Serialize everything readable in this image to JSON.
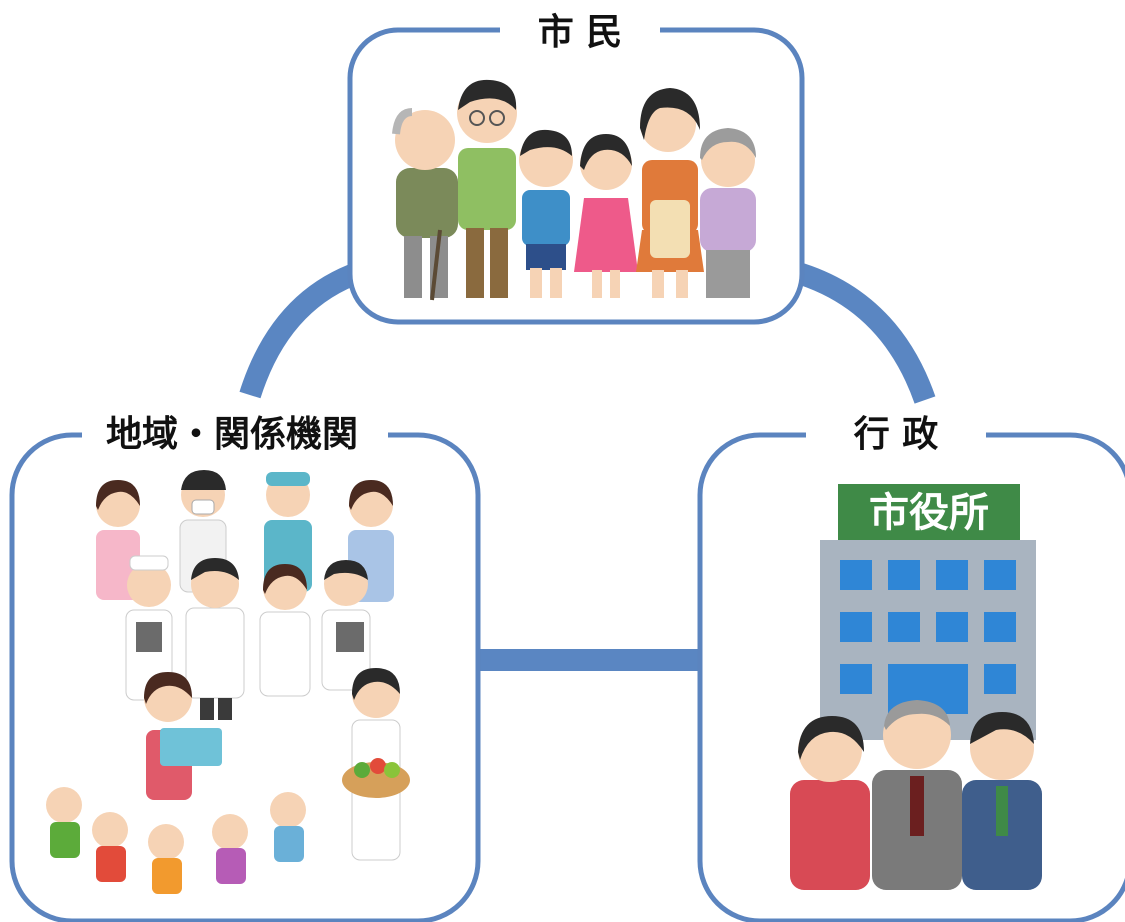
{
  "nodes": {
    "citizens": {
      "label": "市 民"
    },
    "agencies": {
      "label": "地域・関係機関"
    },
    "government": {
      "label": "行 政",
      "sign": "市役所"
    }
  },
  "colors": {
    "accent": "#5a86c2",
    "box_border": "#5b84bf"
  }
}
